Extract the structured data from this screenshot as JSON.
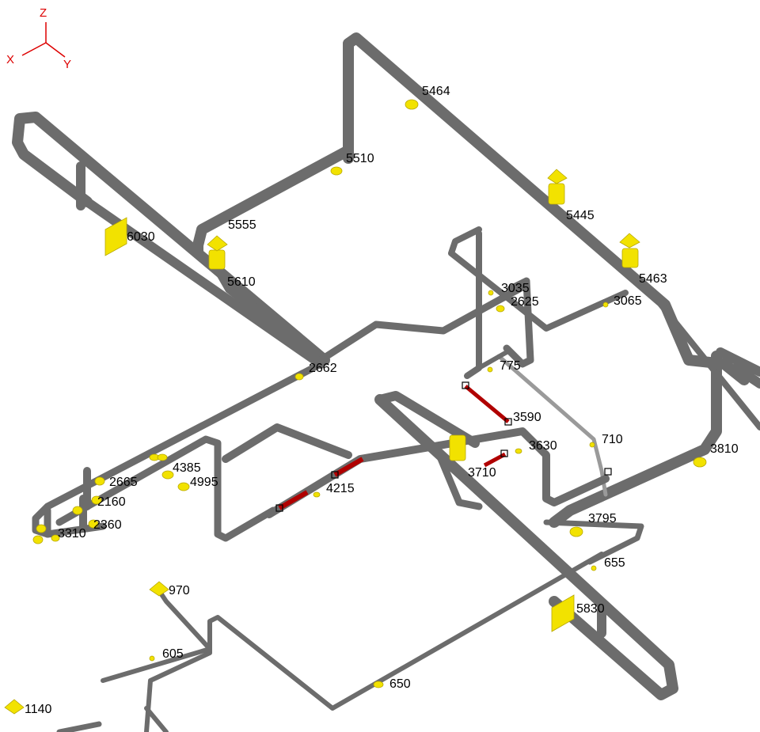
{
  "colors": {
    "pipe": "#6c6c6c",
    "pipe_highlight": "#9a9a9a",
    "support": "#f2e200",
    "support_dark": "#b8a800",
    "red_segment": "#b00000",
    "axis": "#dd0000",
    "label": "#000000"
  },
  "axes": {
    "z": "Z",
    "x": "X",
    "y": "Y"
  },
  "nodes": [
    {
      "id": "n5464",
      "label": "5464"
    },
    {
      "id": "n5510",
      "label": "5510"
    },
    {
      "id": "n5445",
      "label": "5445"
    },
    {
      "id": "n6030",
      "label": "6030"
    },
    {
      "id": "n5555",
      "label": "5555"
    },
    {
      "id": "n5463",
      "label": "5463"
    },
    {
      "id": "n5610",
      "label": "5610"
    },
    {
      "id": "n3035",
      "label": "3035"
    },
    {
      "id": "n2625",
      "label": "2625"
    },
    {
      "id": "n3065",
      "label": "3065"
    },
    {
      "id": "n775",
      "label": "775"
    },
    {
      "id": "n2662",
      "label": "2662"
    },
    {
      "id": "n3590",
      "label": "3590"
    },
    {
      "id": "n710",
      "label": "710"
    },
    {
      "id": "n3630",
      "label": "3630"
    },
    {
      "id": "n3810",
      "label": "3810"
    },
    {
      "id": "n3710",
      "label": "3710"
    },
    {
      "id": "n4385",
      "label": "4385"
    },
    {
      "id": "n4995",
      "label": "4995"
    },
    {
      "id": "n2665",
      "label": "2665"
    },
    {
      "id": "n4215",
      "label": "4215"
    },
    {
      "id": "n2160",
      "label": "2160"
    },
    {
      "id": "n3795",
      "label": "3795"
    },
    {
      "id": "n2360",
      "label": "2360"
    },
    {
      "id": "n3310",
      "label": "3310"
    },
    {
      "id": "n655",
      "label": "655"
    },
    {
      "id": "n970",
      "label": "970"
    },
    {
      "id": "n5830",
      "label": "5830"
    },
    {
      "id": "n605",
      "label": "605"
    },
    {
      "id": "n650",
      "label": "650"
    },
    {
      "id": "n1140",
      "label": "1140"
    }
  ]
}
